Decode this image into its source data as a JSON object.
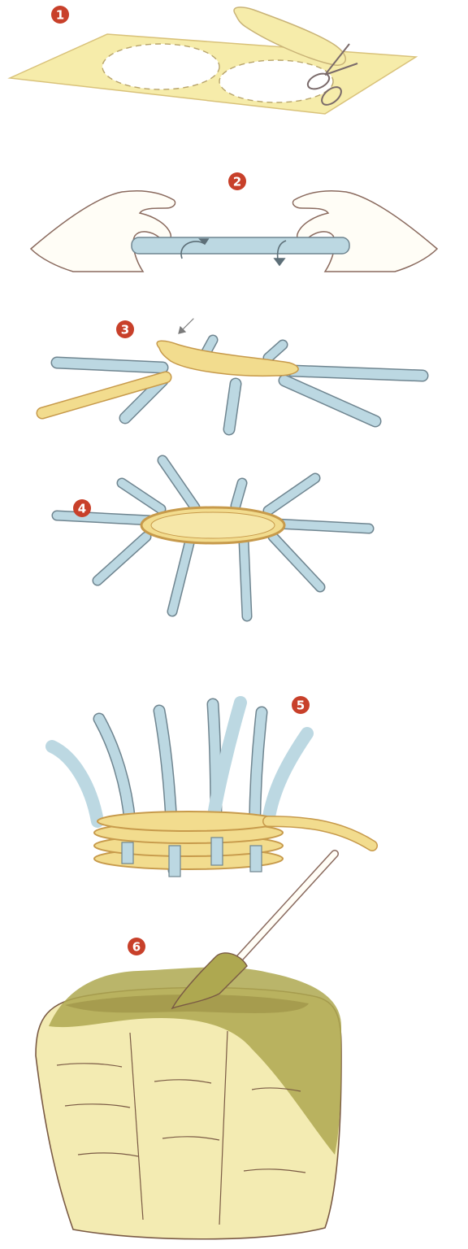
{
  "colors": {
    "badge": "#c8402a",
    "paper": "#f6ecaa",
    "paper_edge": "#d9c27a",
    "stick": "#bcd8e2",
    "stick_edge": "#6f8590",
    "rope": "#f2dc8e",
    "rope_edge": "#c79a4b",
    "ink": "#6b4a3a",
    "glue": "#aea850",
    "basket": "#f3ebb2",
    "shade": "#7a5a44"
  },
  "icons": [
    "scissors-icon",
    "hand-icon",
    "arrow-icon",
    "paintbrush-icon"
  ],
  "steps": [
    {
      "number": "1",
      "depicts": "paper-oval-cutting"
    },
    {
      "number": "2",
      "depicts": "hands-rolling-stick"
    },
    {
      "number": "3",
      "depicts": "oval-base-on-sticks"
    },
    {
      "number": "4",
      "depicts": "sticks-radiating-from-base"
    },
    {
      "number": "5",
      "depicts": "coil-weaving-between-sticks"
    },
    {
      "number": "6",
      "depicts": "brushing-glue-on-basket"
    }
  ]
}
